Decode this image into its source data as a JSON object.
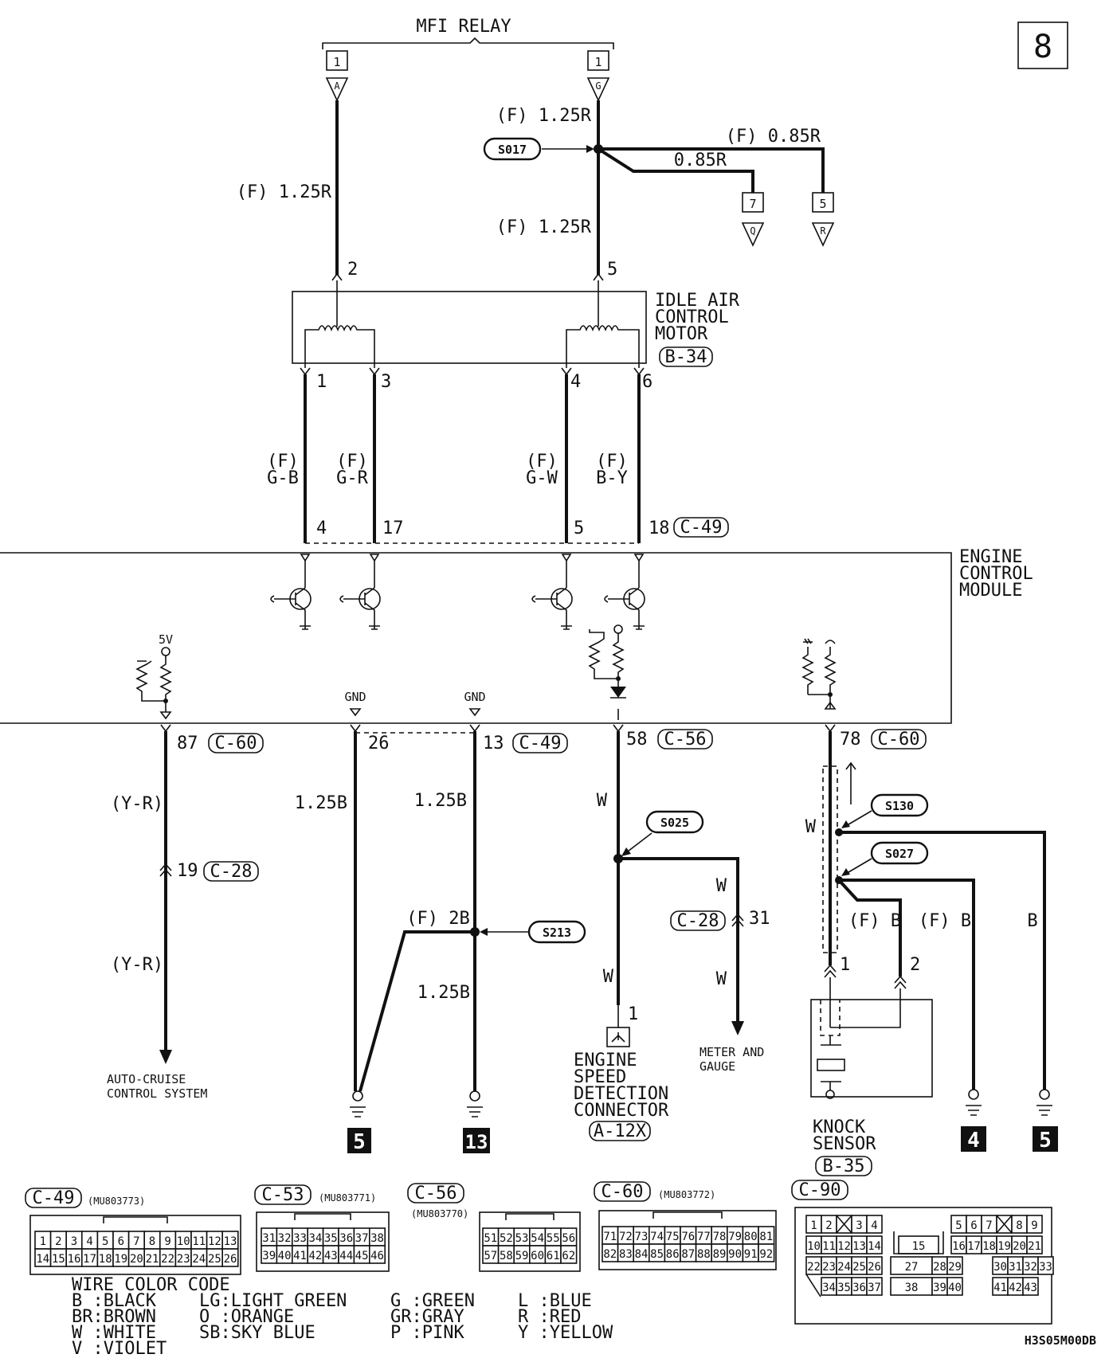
{
  "page": {
    "number": "8",
    "code": "H3S05M00DB"
  },
  "mfi_relay": {
    "label": "MFI RELAY",
    "conn_a": "1",
    "term_a": "A",
    "conn_g": "1",
    "term_g": "G"
  },
  "wires": {
    "relay_a": "(F) 1.25R",
    "relay_g": "(F) 1.25R",
    "relay_g_lower": "(F) 1.25R",
    "branch_outer": "(F) 0.85R",
    "branch_inner": "0.85R",
    "iac_1": "(F)\nG-B",
    "iac_1_a": "(F)",
    "iac_1_b": "G-B",
    "iac_3_a": "(F)",
    "iac_3_b": "G-R",
    "iac_4_a": "(F)",
    "iac_4_b": "G-W",
    "iac_6_a": "(F)",
    "iac_6_b": "B-Y",
    "cruise_upper": "(Y-R)",
    "cruise_lower": "(Y-R)",
    "gnd_26": "1.25B",
    "gnd_13": "1.25B",
    "gnd_13_lower": "1.25B",
    "gnd_f2b": "(F) 2B",
    "esd_upper": "W",
    "esd_lower": "W",
    "meter_upper": "W",
    "meter_lower": "W",
    "knock_shield": "W",
    "knock_fb1": "(F) B",
    "knock_fb2": "(F) B",
    "knock_b": "B"
  },
  "splices": {
    "s017": "S017",
    "s025": "S025",
    "s130": "S130",
    "s027": "S027",
    "s213": "S213"
  },
  "branch_dest": {
    "d7_num": "7",
    "d7_letter": "Q",
    "d5_num": "5",
    "d5_letter": "R"
  },
  "iac_motor": {
    "label_1": "IDLE AIR",
    "label_2": "CONTROL",
    "label_3": "MOTOR",
    "connector": "B-34",
    "pin_top_left": "2",
    "pin_top_right": "5",
    "pin_1": "1",
    "pin_3": "3",
    "pin_4": "4",
    "pin_6": "6"
  },
  "ecm": {
    "label_1": "ENGINE",
    "label_2": "CONTROL",
    "label_3": "MODULE",
    "top_pin_4": "4",
    "top_pin_17": "17",
    "top_pin_5": "5",
    "top_pin_18": "18",
    "top_connector": "C-49",
    "label_5v": "5V",
    "label_gnd_1": "GND",
    "label_gnd_2": "GND",
    "pin_87": "87",
    "conn_87": "C-60",
    "pin_26": "26",
    "pin_13": "13",
    "conn_13": "C-49",
    "pin_58": "58",
    "conn_58": "C-56",
    "pin_78": "78",
    "conn_78": "C-60"
  },
  "outputs": {
    "c28_pin_19": "19",
    "c28_conn_a": "C-28",
    "c28_pin_31": "31",
    "c28_conn_b": "C-28",
    "cruise_1": "AUTO-CRUISE",
    "cruise_2": "CONTROL SYSTEM",
    "esd_pin": "1",
    "esd_1": "ENGINE",
    "esd_2": "SPEED",
    "esd_3": "DETECTION",
    "esd_4": "CONNECTOR",
    "esd_conn": "A-12X",
    "meter_1": "METER AND",
    "meter_2": "GAUGE",
    "knock_pin_1": "1",
    "knock_pin_2": "2",
    "knock_1": "KNOCK",
    "knock_2": "SENSOR",
    "knock_conn": "B-35",
    "ground_1": "5",
    "ground_2": "13",
    "ground_3": "4",
    "ground_4": "5"
  },
  "connectors": {
    "c49": {
      "label": "C-49",
      "part": "(MU803773)",
      "row1": [
        "1",
        "2",
        "3",
        "4",
        "5",
        "6",
        "7",
        "8",
        "9",
        "10",
        "11",
        "12",
        "13"
      ],
      "row2": [
        "14",
        "15",
        "16",
        "17",
        "18",
        "19",
        "20",
        "21",
        "22",
        "23",
        "24",
        "25",
        "26"
      ]
    },
    "c53": {
      "label": "C-53",
      "part": "(MU803771)",
      "row1": [
        "31",
        "32",
        "33",
        "34",
        "35",
        "36",
        "37",
        "38"
      ],
      "row2": [
        "39",
        "40",
        "41",
        "42",
        "43",
        "44",
        "45",
        "46"
      ]
    },
    "c56": {
      "label": "C-56",
      "part": "(MU803770)",
      "row1": [
        "51",
        "52",
        "53",
        "54",
        "55",
        "56"
      ],
      "row2": [
        "57",
        "58",
        "59",
        "60",
        "61",
        "62"
      ]
    },
    "c60": {
      "label": "C-60",
      "part": "(MU803772)",
      "row1": [
        "71",
        "72",
        "73",
        "74",
        "75",
        "76",
        "77",
        "78",
        "79",
        "80",
        "81"
      ],
      "row2": [
        "82",
        "83",
        "84",
        "85",
        "86",
        "87",
        "88",
        "89",
        "90",
        "91",
        "92"
      ]
    },
    "c90": {
      "label": "C-90",
      "r1_left": [
        "1",
        "2",
        "",
        "3",
        "4"
      ],
      "r1_right": [
        "5",
        "6",
        "7",
        "",
        "8",
        "9"
      ],
      "r2_left": [
        "10",
        "11",
        "12",
        "13",
        "14"
      ],
      "r2_mid": "15",
      "r2_right": [
        "16",
        "17",
        "18",
        "19",
        "20",
        "21"
      ],
      "r3_left": [
        "22",
        "23",
        "24",
        "25",
        "26"
      ],
      "r3_mid": [
        "27",
        "28",
        "29"
      ],
      "r3_right": [
        "30",
        "31",
        "32",
        "33"
      ],
      "r4_left": [
        "34",
        "35",
        "36",
        "37"
      ],
      "r4_mid": [
        "38",
        "39",
        "40"
      ],
      "r4_right": [
        "41",
        "42",
        "43"
      ]
    }
  },
  "color_code": {
    "title": "WIRE COLOR CODE",
    "col1": [
      "B :BLACK",
      "BR:BROWN",
      "W :WHITE",
      "V :VIOLET"
    ],
    "col2": [
      "LG:LIGHT GREEN",
      "O :ORANGE",
      "SB:SKY BLUE"
    ],
    "col3": [
      "G :GREEN",
      "GR:GRAY",
      "P :PINK"
    ],
    "col4": [
      "L :BLUE",
      "R :RED",
      "Y :YELLOW"
    ]
  }
}
